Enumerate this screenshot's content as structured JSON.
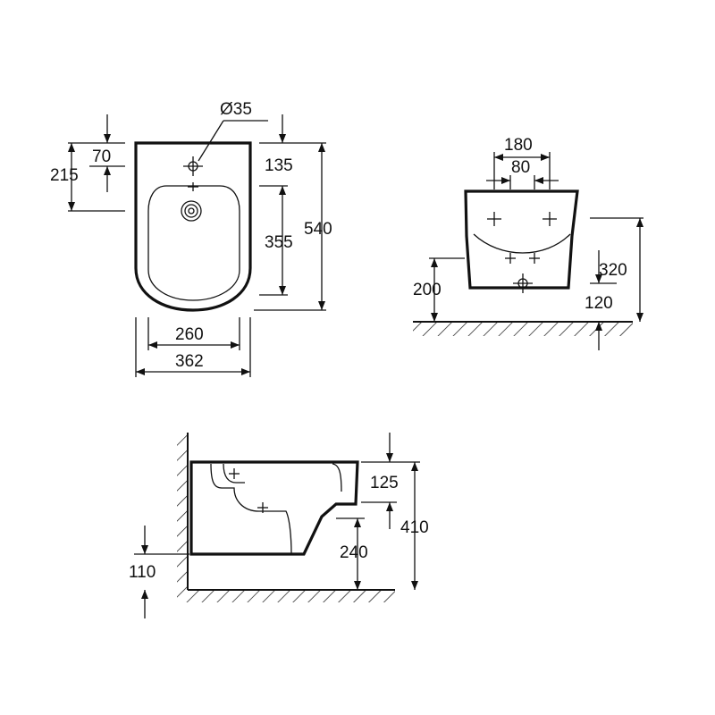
{
  "top_view": {
    "diameter": "Ø35",
    "dim_70": "70",
    "dim_215": "215",
    "dim_135": "135",
    "dim_355": "355",
    "dim_540": "540",
    "dim_260": "260",
    "dim_362": "362"
  },
  "front_view": {
    "dim_180": "180",
    "dim_80": "80",
    "dim_320": "320",
    "dim_200": "200",
    "dim_120": "120"
  },
  "side_view": {
    "dim_125": "125",
    "dim_410": "410",
    "dim_240": "240",
    "dim_110": "110"
  }
}
